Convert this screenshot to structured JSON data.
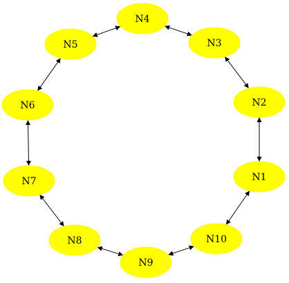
{
  "diagram": {
    "type": "ring-graph",
    "node_fill": "#ffff00",
    "edge_color": "#000000",
    "label_color": "#000000",
    "nodes": [
      {
        "id": "N1",
        "label": "N1"
      },
      {
        "id": "N2",
        "label": "N2"
      },
      {
        "id": "N3",
        "label": "N3"
      },
      {
        "id": "N4",
        "label": "N4"
      },
      {
        "id": "N5",
        "label": "N5"
      },
      {
        "id": "N6",
        "label": "N6"
      },
      {
        "id": "N7",
        "label": "N7"
      },
      {
        "id": "N8",
        "label": "N8"
      },
      {
        "id": "N9",
        "label": "N9"
      },
      {
        "id": "N10",
        "label": "N10"
      }
    ],
    "edges": [
      {
        "from": "N1",
        "to": "N2",
        "direction": "both"
      },
      {
        "from": "N2",
        "to": "N3",
        "direction": "both"
      },
      {
        "from": "N3",
        "to": "N4",
        "direction": "both"
      },
      {
        "from": "N4",
        "to": "N5",
        "direction": "both"
      },
      {
        "from": "N5",
        "to": "N6",
        "direction": "both"
      },
      {
        "from": "N6",
        "to": "N7",
        "direction": "both"
      },
      {
        "from": "N7",
        "to": "N8",
        "direction": "both"
      },
      {
        "from": "N8",
        "to": "N9",
        "direction": "both"
      },
      {
        "from": "N9",
        "to": "N10",
        "direction": "both"
      },
      {
        "from": "N10",
        "to": "N1",
        "direction": "both"
      }
    ]
  }
}
